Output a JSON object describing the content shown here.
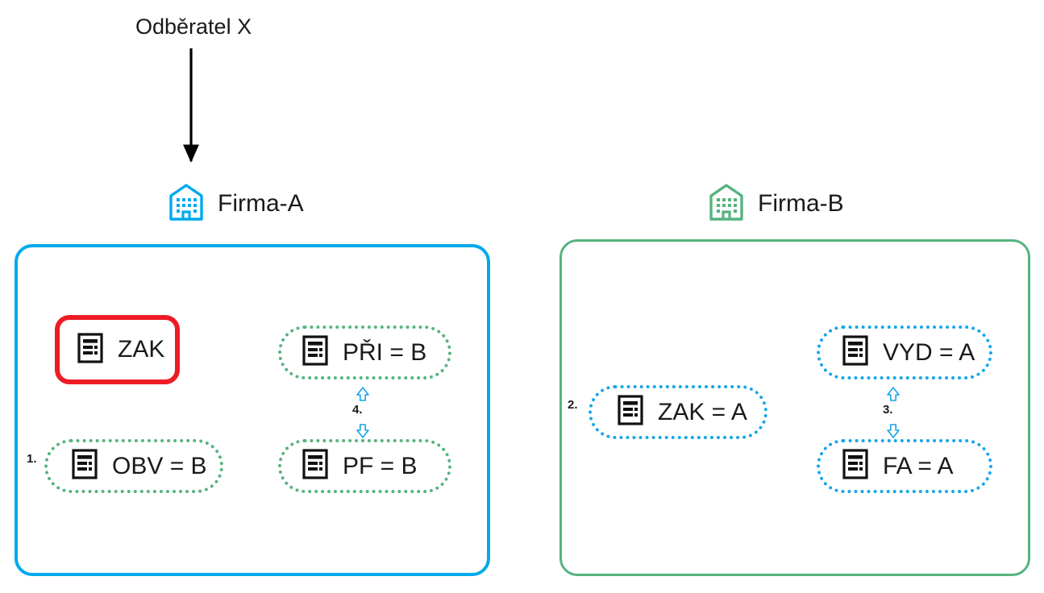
{
  "diagram": {
    "title": "Odběratel X",
    "source_label": "Odběratel X",
    "colors": {
      "firma_a_accent": "#00a9ec",
      "firma_b_accent": "#56b37f",
      "highlight_red": "#ed1c24",
      "green_dotted": "#56b37f",
      "blue_dotted": "#16a6e8",
      "arrow_black": "#000000",
      "sync_arrow_blue": "#16a6e8"
    },
    "companies": [
      {
        "id": "firma-a",
        "name": "Firma-A",
        "icon": "building-icon",
        "accent": "#00a9ec",
        "nodes": [
          {
            "id": "zak-a",
            "label": "ZAK",
            "icon": "document-icon",
            "style": "solid-red-box",
            "step": null
          },
          {
            "id": "obv-b",
            "label": "OBV = B",
            "icon": "document-icon",
            "style": "dotted-green-pill",
            "step": "1."
          },
          {
            "id": "pri-b",
            "label": "PŘI = B",
            "icon": "document-icon",
            "style": "dotted-green-pill",
            "step": null
          },
          {
            "id": "pf-b",
            "label": "PF = B",
            "icon": "document-icon",
            "style": "dotted-green-pill",
            "step": null
          }
        ],
        "sync_step": "4."
      },
      {
        "id": "firma-b",
        "name": "Firma-B",
        "icon": "building-icon",
        "accent": "#56b37f",
        "nodes": [
          {
            "id": "zak-ab",
            "label": "ZAK = A",
            "icon": "document-icon",
            "style": "dotted-blue-pill",
            "step": "2."
          },
          {
            "id": "vyd-a",
            "label": "VYD = A",
            "icon": "document-icon",
            "style": "dotted-blue-pill",
            "step": null
          },
          {
            "id": "fa-a",
            "label": "FA = A",
            "icon": "document-icon",
            "style": "dotted-blue-pill",
            "step": null
          }
        ],
        "sync_step": "3."
      }
    ],
    "steps": {
      "one": "1.",
      "two": "2.",
      "three": "3.",
      "four": "4."
    },
    "connections": [
      {
        "from": "odberatel-x",
        "to": "firma-a",
        "type": "arrow-down"
      },
      {
        "from": "obv-b",
        "to": "pri-b",
        "type": "arrow-elbow-up"
      },
      {
        "from": "obv-b",
        "to": "pf-b",
        "type": "arrow-elbow-down"
      },
      {
        "from": "pri-b",
        "to": "pf-b",
        "type": "bidirectional-sync",
        "label": "4."
      },
      {
        "from": "zak-ab",
        "to": "vyd-a",
        "type": "arrow-elbow-up"
      },
      {
        "from": "zak-ab",
        "to": "fa-a",
        "type": "arrow-elbow-down"
      },
      {
        "from": "vyd-a",
        "to": "fa-a",
        "type": "bidirectional-sync",
        "label": "3."
      }
    ]
  }
}
